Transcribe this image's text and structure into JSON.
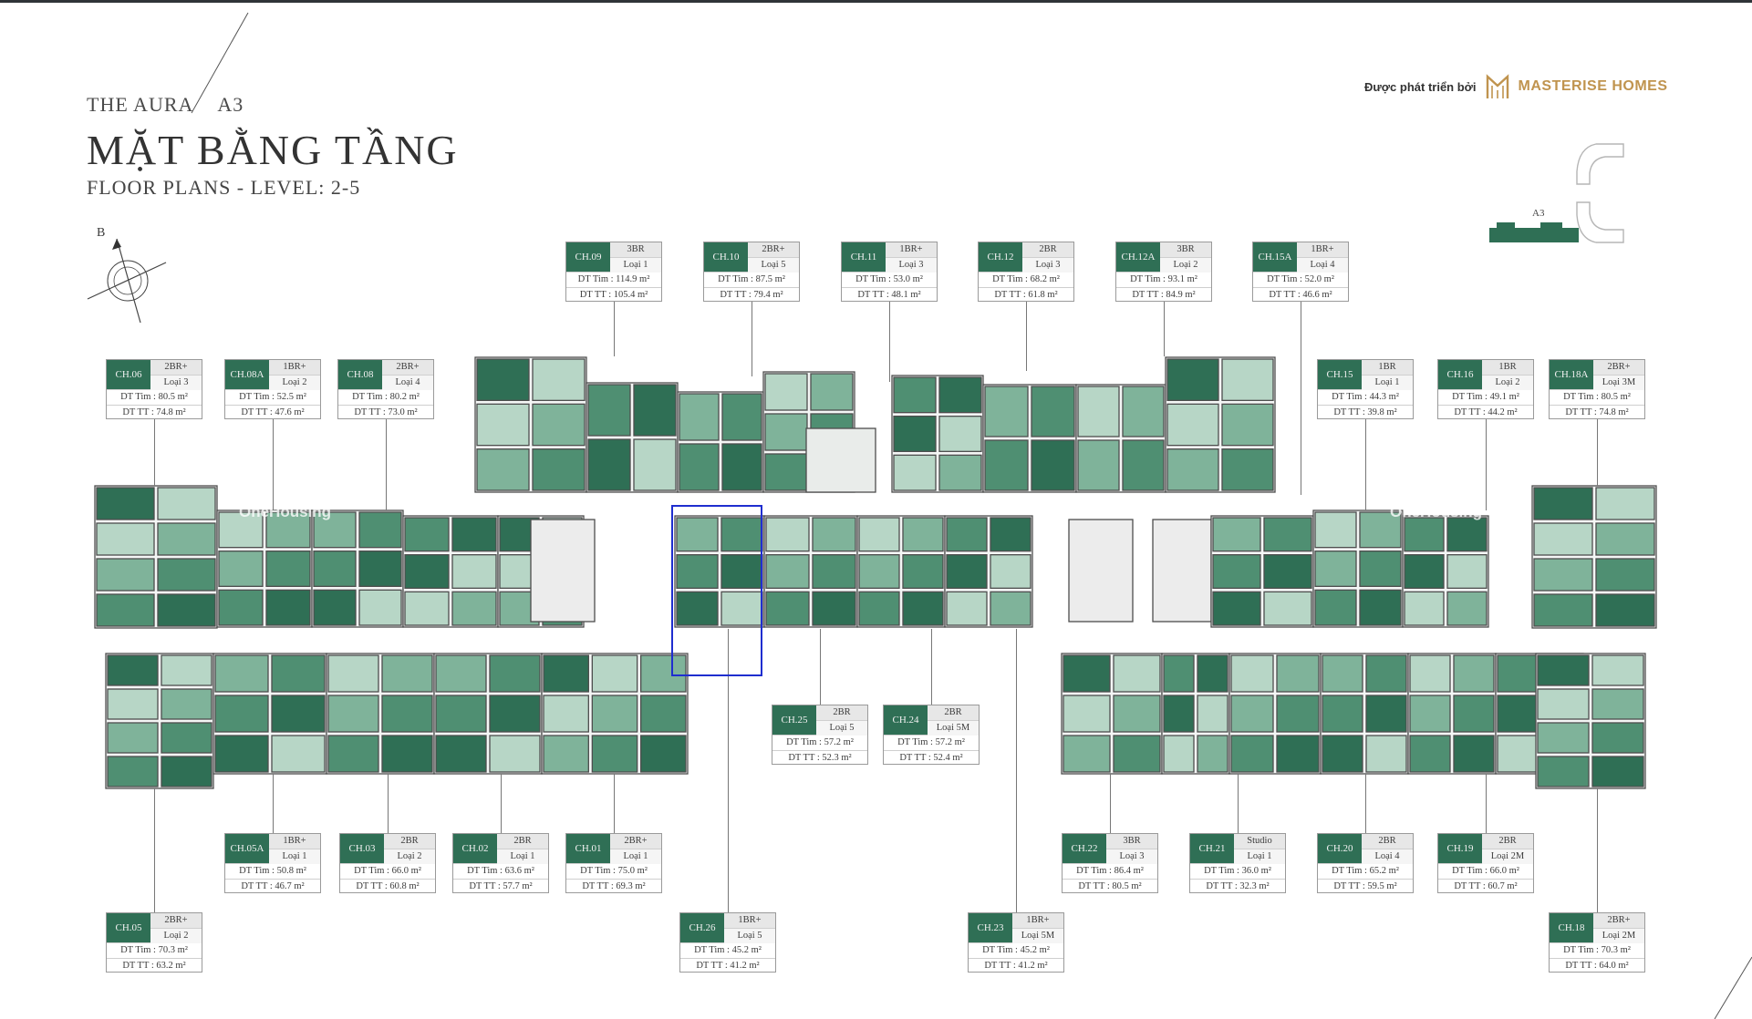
{
  "header": {
    "project": "THE AURA",
    "tower": "A3",
    "title": "MẶT BẰNG TẦNG",
    "subtitle": "FLOOR PLANS - LEVEL: 2-5"
  },
  "brand": {
    "prefix": "Được phát triển bởi",
    "name": "MASTERISE HOMES"
  },
  "compass_label": "B",
  "keyplan_label": "A3",
  "watermark": "OneHousing",
  "colors": {
    "dark": "#2f6f55",
    "mid": "#4f8f72",
    "light": "#7fb39a",
    "pale": "#b7d6c6",
    "highlight": "#1f2ecf",
    "brand": "#c0944f"
  },
  "units": [
    {
      "code": "CH.09",
      "type": "3BR",
      "loai": "Loại 1",
      "tim": "DT Tim : 114.9 m²",
      "tt": "DT TT : 105.4 m²"
    },
    {
      "code": "CH.10",
      "type": "2BR+",
      "loai": "Loại 5",
      "tim": "DT Tim : 87.5 m²",
      "tt": "DT TT : 79.4 m²"
    },
    {
      "code": "CH.11",
      "type": "1BR+",
      "loai": "Loại 3",
      "tim": "DT Tim : 53.0 m²",
      "tt": "DT TT : 48.1 m²"
    },
    {
      "code": "CH.12",
      "type": "2BR",
      "loai": "Loại 3",
      "tim": "DT Tim : 68.2 m²",
      "tt": "DT TT : 61.8 m²"
    },
    {
      "code": "CH.12A",
      "type": "3BR",
      "loai": "Loại 2",
      "tim": "DT Tim : 93.1 m²",
      "tt": "DT TT : 84.9 m²"
    },
    {
      "code": "CH.15A",
      "type": "1BR+",
      "loai": "Loại 4",
      "tim": "DT Tim : 52.0 m²",
      "tt": "DT TT : 46.6 m²"
    },
    {
      "code": "CH.06",
      "type": "2BR+",
      "loai": "Loại 3",
      "tim": "DT Tim : 80.5 m²",
      "tt": "DT TT : 74.8 m²"
    },
    {
      "code": "CH.08A",
      "type": "1BR+",
      "loai": "Loại 2",
      "tim": "DT Tim : 52.5 m²",
      "tt": "DT TT : 47.6 m²"
    },
    {
      "code": "CH.08",
      "type": "2BR+",
      "loai": "Loại 4",
      "tim": "DT Tim : 80.2 m²",
      "tt": "DT TT : 73.0 m²"
    },
    {
      "code": "CH.15",
      "type": "1BR",
      "loai": "Loại 1",
      "tim": "DT Tim : 44.3 m²",
      "tt": "DT TT : 39.8 m²"
    },
    {
      "code": "CH.16",
      "type": "1BR",
      "loai": "Loại 2",
      "tim": "DT Tim : 49.1 m²",
      "tt": "DT TT : 44.2 m²"
    },
    {
      "code": "CH.18A",
      "type": "2BR+",
      "loai": "Loại 3M",
      "tim": "DT Tim : 80.5 m²",
      "tt": "DT TT : 74.8 m²"
    },
    {
      "code": "CH.25",
      "type": "2BR",
      "loai": "Loại 5",
      "tim": "DT Tim : 57.2 m²",
      "tt": "DT TT : 52.3 m²"
    },
    {
      "code": "CH.24",
      "type": "2BR",
      "loai": "Loại 5M",
      "tim": "DT Tim : 57.2 m²",
      "tt": "DT TT : 52.4 m²"
    },
    {
      "code": "CH.05A",
      "type": "1BR+",
      "loai": "Loại 1",
      "tim": "DT Tim : 50.8 m²",
      "tt": "DT TT : 46.7 m²"
    },
    {
      "code": "CH.03",
      "type": "2BR",
      "loai": "Loại 2",
      "tim": "DT Tim : 66.0 m²",
      "tt": "DT TT : 60.8 m²"
    },
    {
      "code": "CH.02",
      "type": "2BR",
      "loai": "Loại 1",
      "tim": "DT Tim : 63.6 m²",
      "tt": "DT TT : 57.7 m²"
    },
    {
      "code": "CH.01",
      "type": "2BR+",
      "loai": "Loại 1",
      "tim": "DT Tim : 75.0 m²",
      "tt": "DT TT : 69.3 m²"
    },
    {
      "code": "CH.22",
      "type": "3BR",
      "loai": "Loại 3",
      "tim": "DT Tim : 86.4 m²",
      "tt": "DT TT : 80.5 m²"
    },
    {
      "code": "CH.21",
      "type": "Studio",
      "loai": "Loại 1",
      "tim": "DT Tim : 36.0 m²",
      "tt": "DT TT : 32.3 m²"
    },
    {
      "code": "CH.20",
      "type": "2BR",
      "loai": "Loại 4",
      "tim": "DT Tim : 65.2 m²",
      "tt": "DT TT : 59.5 m²"
    },
    {
      "code": "CH.19",
      "type": "2BR",
      "loai": "Loại 2M",
      "tim": "DT Tim : 66.0 m²",
      "tt": "DT TT : 60.7 m²"
    },
    {
      "code": "CH.05",
      "type": "2BR+",
      "loai": "Loại 2",
      "tim": "DT Tim : 70.3 m²",
      "tt": "DT TT : 63.2 m²"
    },
    {
      "code": "CH.26",
      "type": "1BR+",
      "loai": "Loại 5",
      "tim": "DT Tim : 45.2 m²",
      "tt": "DT TT : 41.2 m²"
    },
    {
      "code": "CH.23",
      "type": "1BR+",
      "loai": "Loại 5M",
      "tim": "DT Tim : 45.2 m²",
      "tt": "DT TT : 41.2 m²"
    },
    {
      "code": "CH.18",
      "type": "2BR+",
      "loai": "Loại 2M",
      "tim": "DT Tim : 70.3 m²",
      "tt": "DT TT : 64.0 m²"
    }
  ]
}
